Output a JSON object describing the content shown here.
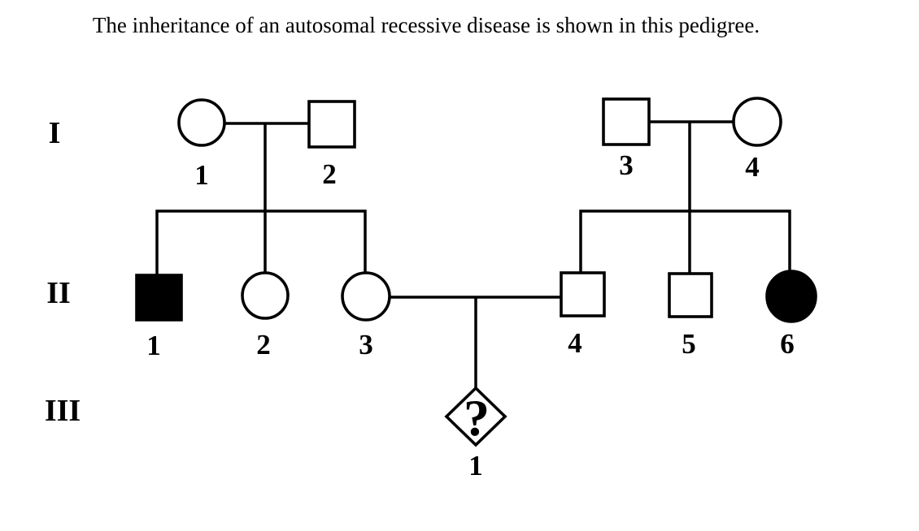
{
  "title": "The inheritance of an autosomal recessive disease is shown in this pedigree.",
  "colors": {
    "stroke": "#000000",
    "affected_fill": "#000000",
    "unaffected_fill": "#ffffff",
    "background": "#ffffff"
  },
  "generation_labels": [
    {
      "label": "I"
    },
    {
      "label": "II"
    },
    {
      "label": "III"
    }
  ],
  "individuals": [
    {
      "id": "I-1",
      "generation": "I",
      "label": "1",
      "symbol": "circle-open",
      "sex": "female",
      "affected": false
    },
    {
      "id": "I-2",
      "generation": "I",
      "label": "2",
      "symbol": "square-open",
      "sex": "male",
      "affected": false
    },
    {
      "id": "I-3",
      "generation": "I",
      "label": "3",
      "symbol": "square-open",
      "sex": "male",
      "affected": false
    },
    {
      "id": "I-4",
      "generation": "I",
      "label": "4",
      "symbol": "circle-open",
      "sex": "female",
      "affected": false
    },
    {
      "id": "II-1",
      "generation": "II",
      "label": "1",
      "symbol": "square-filled",
      "sex": "male",
      "affected": true
    },
    {
      "id": "II-2",
      "generation": "II",
      "label": "2",
      "symbol": "circle-open",
      "sex": "female",
      "affected": false
    },
    {
      "id": "II-3",
      "generation": "II",
      "label": "3",
      "symbol": "circle-open",
      "sex": "female",
      "affected": false
    },
    {
      "id": "II-4",
      "generation": "II",
      "label": "4",
      "symbol": "square-open",
      "sex": "male",
      "affected": false
    },
    {
      "id": "II-5",
      "generation": "II",
      "label": "5",
      "symbol": "square-open",
      "sex": "male",
      "affected": false
    },
    {
      "id": "II-6",
      "generation": "II",
      "label": "6",
      "symbol": "circle-filled",
      "sex": "female",
      "affected": true
    },
    {
      "id": "III-1",
      "generation": "III",
      "label": "1",
      "symbol": "diamond-query",
      "sex": "unknown",
      "affected": "unknown",
      "glyph": "?"
    }
  ],
  "relationships": [
    {
      "partners": "I-1 + I-2",
      "children": [
        "II-1",
        "II-2",
        "II-3"
      ]
    },
    {
      "partners": "I-3 + I-4",
      "children": [
        "II-4",
        "II-5",
        "II-6"
      ]
    },
    {
      "partners": "II-3 + II-4",
      "children": [
        "III-1"
      ]
    }
  ]
}
